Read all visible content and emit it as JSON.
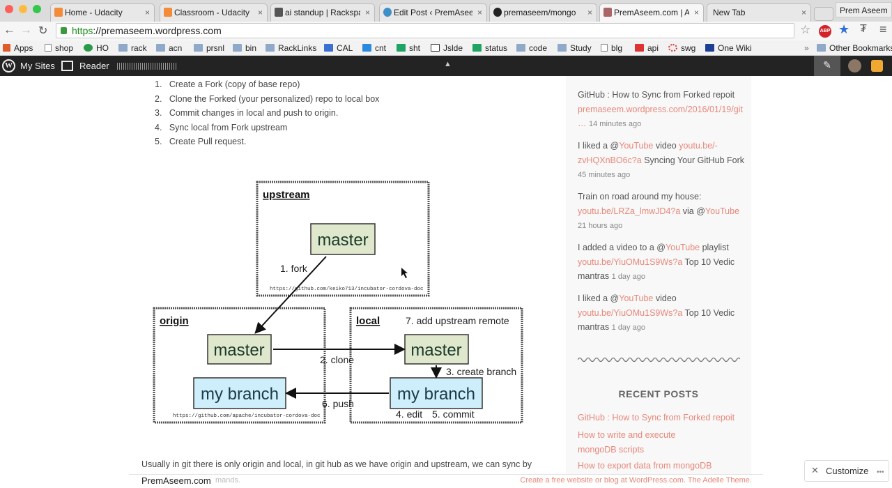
{
  "browser": {
    "tabs": [
      {
        "label": "Home - Udacity",
        "color": "#f28b3a"
      },
      {
        "label": "Classroom - Udacity",
        "color": "#f28b3a"
      },
      {
        "label": "ai standup | Rackspace",
        "color": "#555"
      },
      {
        "label": "Edit Post ‹ PremAseem",
        "color": "#3d8fc8"
      },
      {
        "label": "premaseem/mongo",
        "color": "#222"
      },
      {
        "label": "PremAseem.com | A pl",
        "color": "#a66"
      },
      {
        "label": "New Tab",
        "color": "#fff"
      }
    ],
    "profile": "Prem Aseem",
    "url_scheme": "https",
    "url_rest": "://premaseem.wordpress.com",
    "bookmarks": [
      "Apps",
      "shop",
      "HO",
      "rack",
      "acn",
      "prsnl",
      "bin",
      "RackLinks",
      "CAL",
      "cnt",
      "sht",
      "Jslde",
      "status",
      "code",
      "Study",
      "blg",
      "api",
      "swg",
      "One Wiki"
    ],
    "other_bookmarks": "Other Bookmarks",
    "more": "»"
  },
  "wpbar": {
    "my_sites": "My Sites",
    "reader": "Reader"
  },
  "post": {
    "steps": [
      "Create a Fork (copy of base repo)",
      "Clone the Forked (your personalized) repo to local box",
      "Commit changes in local and push to origin.",
      "Sync local from Fork upstream",
      "Create Pull request."
    ],
    "paragraph": "Usually in git there is only origin and local, in git hub as we have origin and upstream, we can sync by",
    "paragraph_tail": "mands."
  },
  "diagram": {
    "upstream": "upstream",
    "origin": "origin",
    "local": "local",
    "master": "master",
    "my_branch": "my branch",
    "upstream_url": "https://github.com/keiko713/incubator-cordova-doc",
    "origin_url": "https://github.com/apache/incubator-cordova-doc",
    "fork": "1. fork",
    "clone": "2. clone",
    "create_branch": "3. create branch",
    "edit": "4. edit",
    "commit": "5. commit",
    "push": "6. push",
    "add_remote": "7. add upstream remote",
    "colors": {
      "master": "#dfe8cc",
      "branch": "#cdeefa"
    }
  },
  "sidebar": {
    "tweets": [
      {
        "pre": "GitHub : How to Sync from Forked repoit ",
        "link": "premaseem.wordpress.com/2016/01/19/git…",
        "post": "",
        "ago": "14 minutes ago"
      },
      {
        "pre": "I liked a @",
        "link": "YouTube",
        "post": " video ",
        "link2": "youtu.be/-zvHQXnBO6c?a",
        "post2": " Syncing Your GitHub Fork",
        "ago": "45 minutes ago"
      },
      {
        "pre": "Train on road around my house: ",
        "link": "youtu.be/LRZa_lmwJD4?a",
        "post": " via @",
        "link2": "YouTube",
        "ago": "21 hours ago"
      },
      {
        "pre": "I added a video to a @",
        "link": "YouTube",
        "post": " playlist ",
        "link2": "youtu.be/YiuOMu1S9Ws?a",
        "post2": " Top 10 Vedic mantras",
        "ago": "1 day ago"
      },
      {
        "pre": "I liked a @",
        "link": "YouTube",
        "post": " video ",
        "link2": "youtu.be/YiuOMu1S9Ws?a",
        "post2": " Top 10 Vedic mantras",
        "ago": "1 day ago"
      }
    ],
    "recent_title": "RECENT POSTS",
    "recent": [
      "GitHub : How to Sync from Forked repoit",
      "How to write and execute mongoDB scripts",
      "How to export data from mongoDB"
    ]
  },
  "footer": {
    "site": "PremAseem.com",
    "credit": "Create a free website or blog at WordPress.com. The Adelle Theme."
  },
  "customize": {
    "label": "Customize",
    "more": "•••"
  }
}
